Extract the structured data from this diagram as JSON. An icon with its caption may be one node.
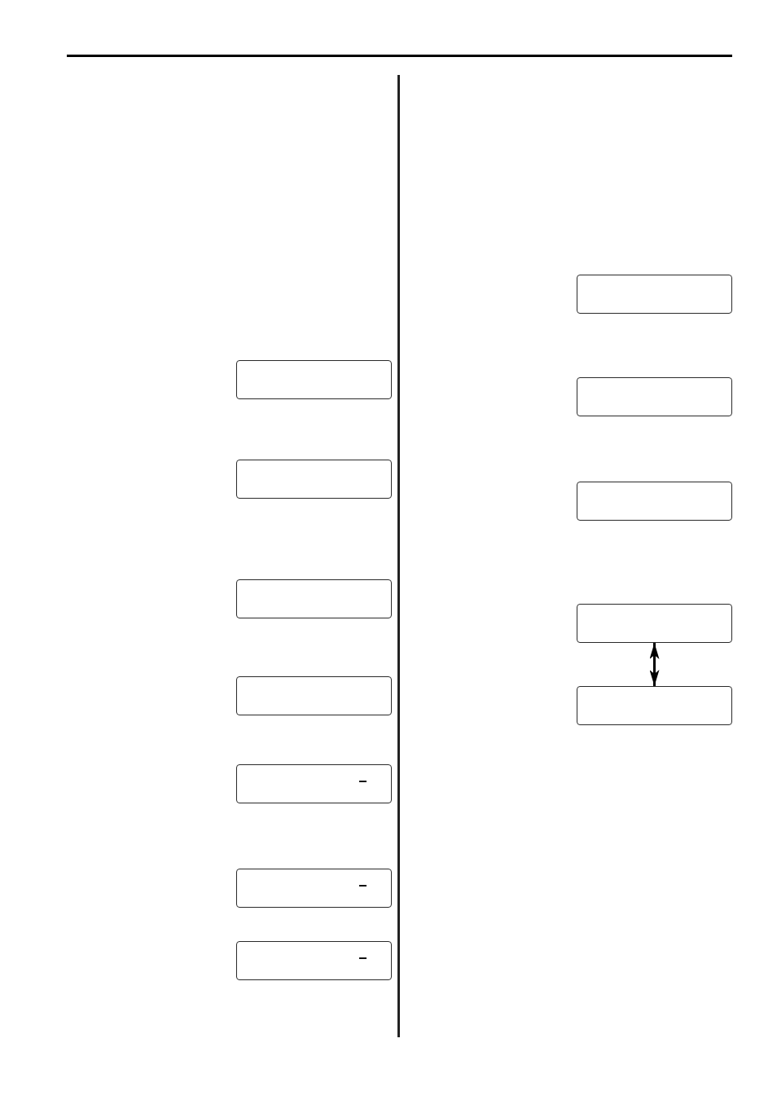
{
  "diagram": {
    "nodes": [
      {
        "text": [],
        "shape": "box"
      },
      {
        "text": [],
        "shape": "box"
      },
      {
        "text": [],
        "shape": "box"
      },
      {
        "text": [],
        "shape": "box"
      },
      {
        "text": [],
        "shape": "box"
      },
      {
        "text": [],
        "shape": "box"
      },
      {
        "text": [],
        "shape": "box"
      },
      {
        "text": [],
        "shape": "box"
      },
      {
        "text": [],
        "shape": "box"
      },
      {
        "text": [],
        "shape": "box"
      },
      {
        "text": [],
        "shape": "box"
      },
      {
        "text": [],
        "shape": "box"
      }
    ],
    "edges": [
      {
        "from": 10,
        "to": 11,
        "arrow": "both"
      }
    ]
  }
}
